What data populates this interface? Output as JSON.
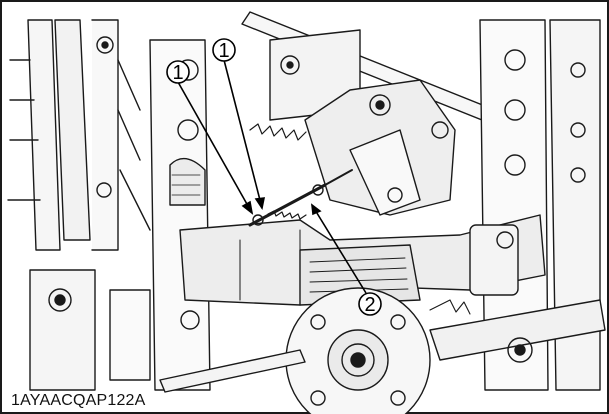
{
  "figure": {
    "caption": "1AYAACQAP122A",
    "callouts": [
      {
        "id": "callout-1a",
        "label": "1"
      },
      {
        "id": "callout-1b",
        "label": "1"
      },
      {
        "id": "callout-2",
        "label": "2"
      }
    ]
  },
  "colors": {
    "line": "#1a1a1a",
    "background": "#ffffff"
  }
}
